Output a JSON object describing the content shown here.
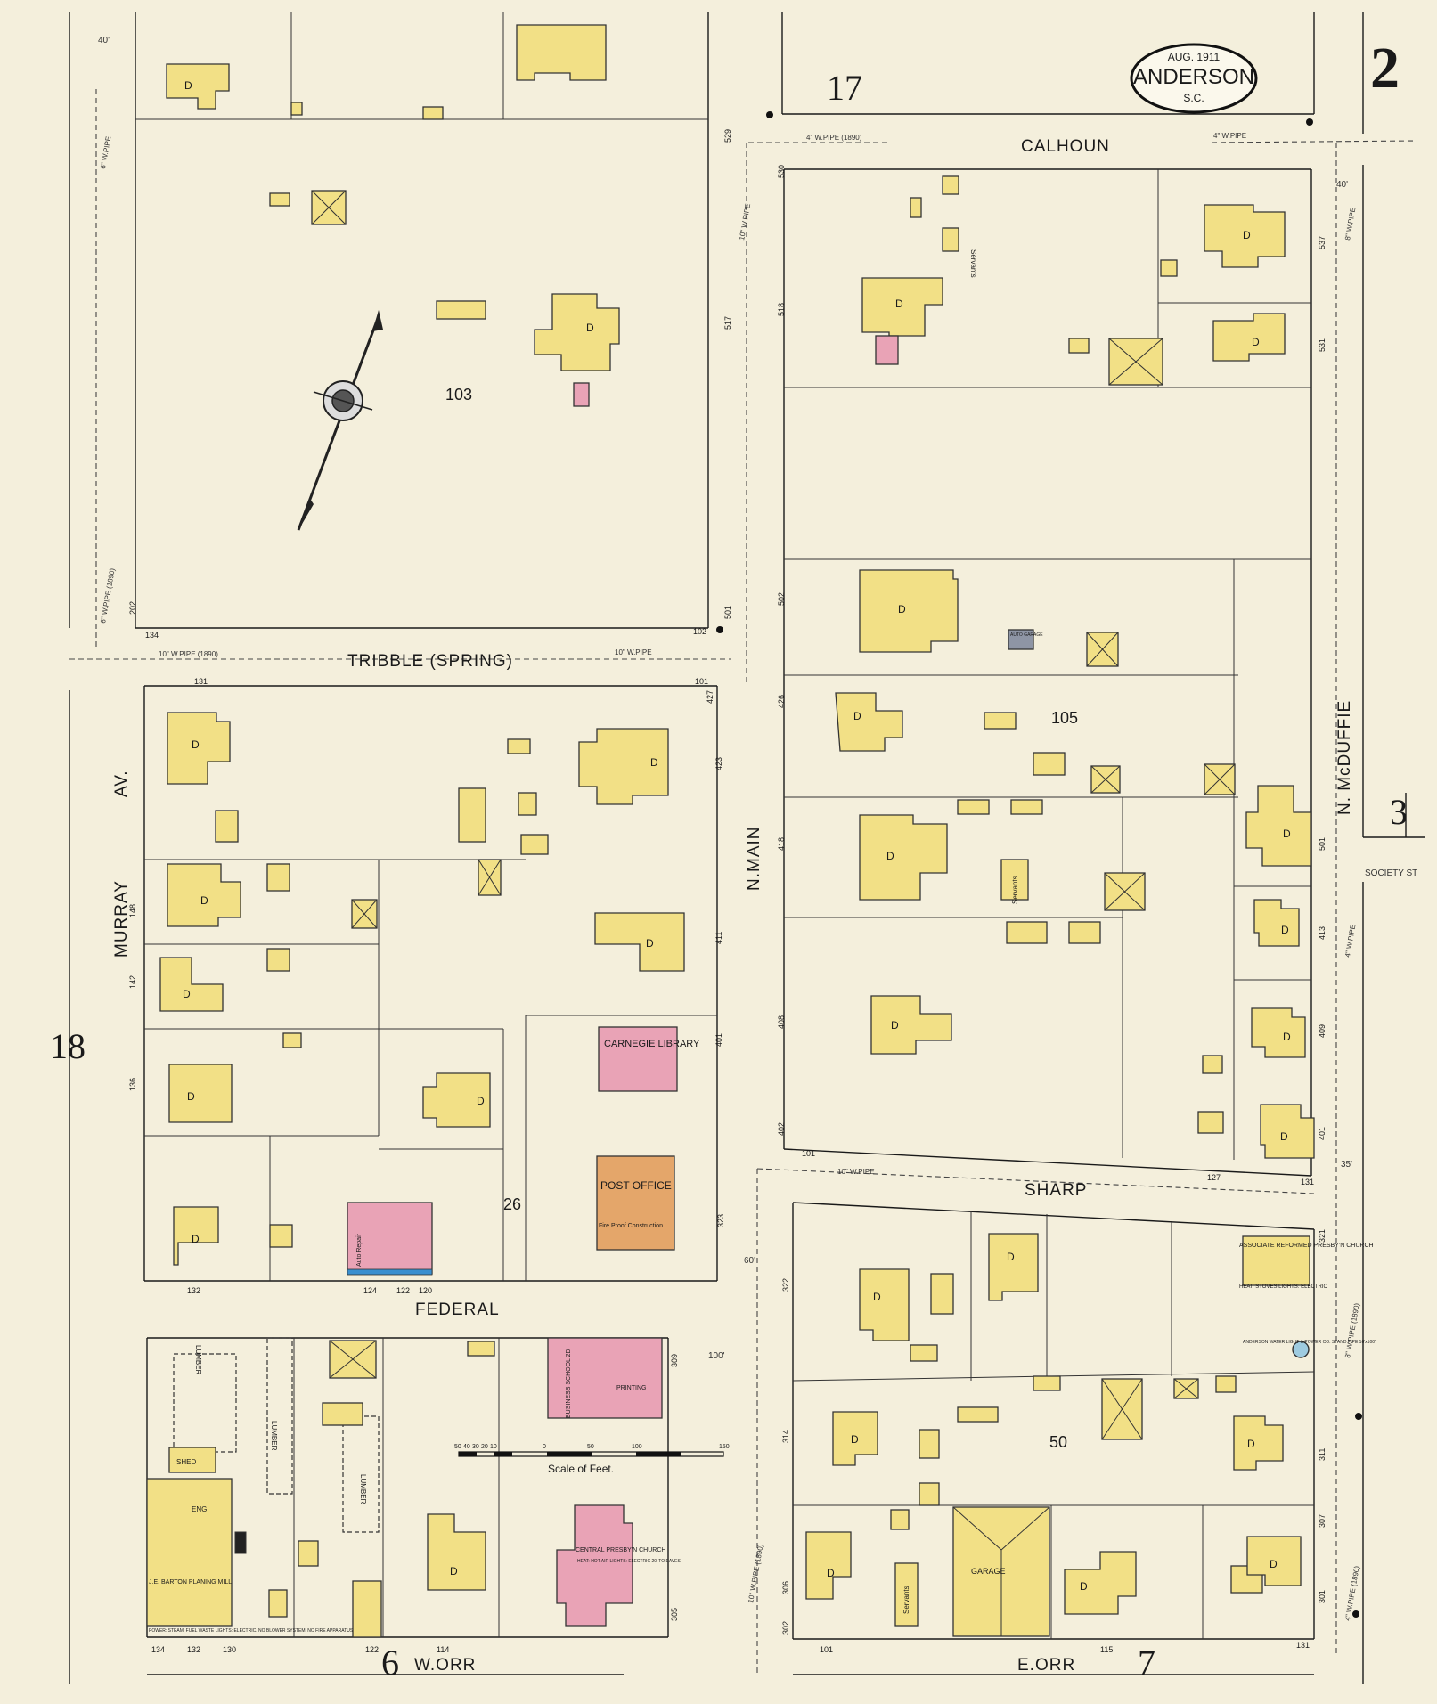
{
  "title_badge": {
    "date": "AUG. 1911",
    "city": "ANDERSON",
    "state": "S.C."
  },
  "sheet_number": "2",
  "adjacent_sheets": {
    "top": "17",
    "left": "18",
    "right": "3",
    "bottom_left": "6",
    "bottom_right": "7"
  },
  "streets": {
    "calhoun": "CALHOUN",
    "tribble": "TRIBBLE (SPRING)",
    "murray": "MURRAY",
    "av": "AV.",
    "n_main": "N.MAIN",
    "n_mcduffie": "N. McDUFFIE",
    "sharp": "SHARP",
    "federal": "FEDERAL",
    "w_orr": "W.ORR",
    "e_orr": "E.ORR",
    "society": "SOCIETY ST"
  },
  "blocks": {
    "b103": "103",
    "b105": "105",
    "b26": "26",
    "b50": "50"
  },
  "buildings": {
    "carnegie": "CARNEGIE LIBRARY",
    "post_office": "POST OFFICE",
    "fire_proof": "Fire Proof Construction",
    "central_church": "CENTRAL PRESBY'N CHURCH",
    "church_note": "HEAT: HOT AIR LIGHTS: ELECTRIC 20' TO EAVES",
    "associate_church": "ASSOCIATE REFORMED PRESBY'N CHURCH",
    "assoc_note": "HEAT: STOVES LIGHTS: ELECTRIC",
    "planing_mill": "J.E. BARTON PLANING MILL",
    "mill_note": "POWER: STEAM. FUEL WASTE LIGHTS: ELECTRIC. NO BLOWER SYSTEM. NO FIRE APPARATUS",
    "garage": "GARAGE",
    "business_school": "BUSINESS SCHOOL 2D",
    "printing": "PRINTING",
    "auto_repair": "Auto Repair",
    "servants": "Servants",
    "lumber": "LUMBER",
    "shed": "SHED",
    "eng": "ENG.",
    "auto_garage": "AUTO GARAGE",
    "water_co": "ANDERSON WATER LIGHT & POWER CO. STAND PIPE 16'x100'"
  },
  "scale": {
    "label": "Scale of Feet.",
    "ticks": [
      "50",
      "40",
      "30",
      "20",
      "10",
      "0",
      "50",
      "100",
      "150"
    ]
  },
  "pipes": {
    "p1": "6\" W.PIPE",
    "p2": "4\" W.PIPE (1890)",
    "p3": "10\" W.PIPE",
    "p4": "10\" W.PIPE (1890)",
    "p5": "4\" W.PIPE",
    "p6": "8\" W.PIPE",
    "p7": "6\" W.PIPE (1890)",
    "p8": "4\" W.PIPE",
    "p9": "10\" W.PIPE",
    "p10": "8\" W.PIPE (1890)",
    "p11": "10\" W.PIPE (1890)",
    "p12": "4\" W.PIPE (1890)",
    "p13": "10\" W.PIPE"
  },
  "street_widths": {
    "w1": "40'",
    "w2": "60'",
    "w3": "100'",
    "w4": "40'",
    "w5": "35'"
  },
  "house_numbers": [
    "529",
    "517",
    "501",
    "102",
    "134",
    "202",
    "131",
    "101",
    "427",
    "423",
    "411",
    "401",
    "323",
    "148",
    "142",
    "136",
    "132",
    "124",
    "122",
    "120",
    "530",
    "518",
    "502",
    "426",
    "418",
    "408",
    "402",
    "101",
    "127",
    "131",
    "537",
    "531",
    "501",
    "413",
    "409",
    "401",
    "322",
    "314",
    "306",
    "302",
    "101",
    "115",
    "131",
    "321",
    "311",
    "307",
    "301",
    "134",
    "132",
    "130",
    "122",
    "114",
    "309",
    "305"
  ],
  "dwelling_mark": "D",
  "colors": {
    "dwelling": "#f2e086",
    "brick": "#e9a3b6",
    "stone": "#e4a66a",
    "paper": "#f4efdc"
  }
}
